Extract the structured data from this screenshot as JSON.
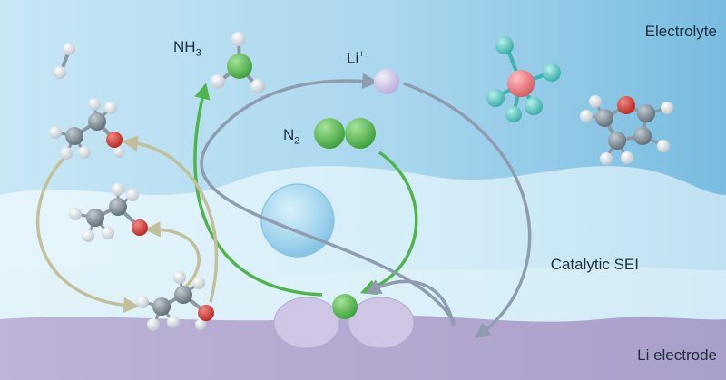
{
  "labels": {
    "electrolyte": "Electrolyte",
    "catalytic_sei": "Catalytic SEI",
    "li_electrode": "Li electrode",
    "nh3": {
      "base": "NH",
      "sub": "3"
    },
    "li_ion": {
      "base": "Li",
      "sup": "+"
    },
    "n2": {
      "base": "N",
      "sub": "2"
    }
  },
  "colors": {
    "electrolyte_top": "#bfe3f3",
    "electrolyte_right": "#7fc1e1",
    "sei": "#d6eef8",
    "electrode": "#b9b0d3",
    "nitrogen": "#5cbf4f",
    "lithium": "#c9c2e6",
    "oxygen": "#d63b35",
    "carbon": "#7f8c96",
    "hydrogen": "#e6ebee",
    "fluorine": "#5fcfc9",
    "phosphorus": "#ef7f83",
    "green_arrow": "#4fb54a",
    "grey_arrow": "#8f9cb0",
    "tan_arrow": "#c3bf9a"
  }
}
